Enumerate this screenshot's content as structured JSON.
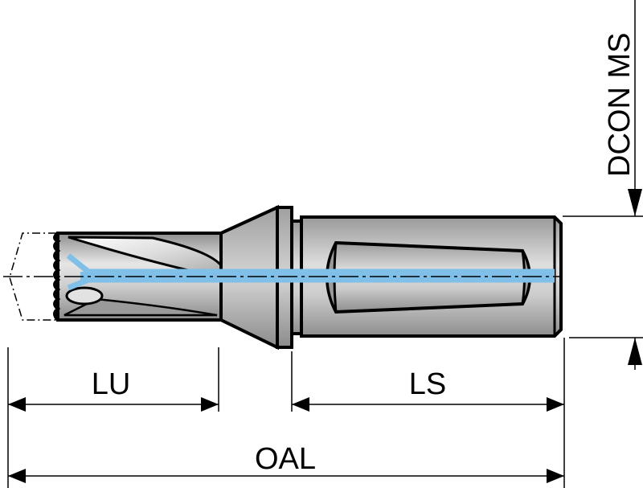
{
  "diagram": {
    "type": "technical-drawing",
    "subject": "indexable drill with cylindrical shank and internal coolant channel",
    "dimensions": {
      "lu": "LU",
      "ls": "LS",
      "oal": "OAL",
      "dcon_ms": "DCON MS"
    },
    "colors": {
      "outline": "#000000",
      "body_light": "#f2f2f2",
      "body_mid": "#c8c8c8",
      "body_dark": "#9a9a9a",
      "coolant": "#7fbfe8"
    }
  }
}
